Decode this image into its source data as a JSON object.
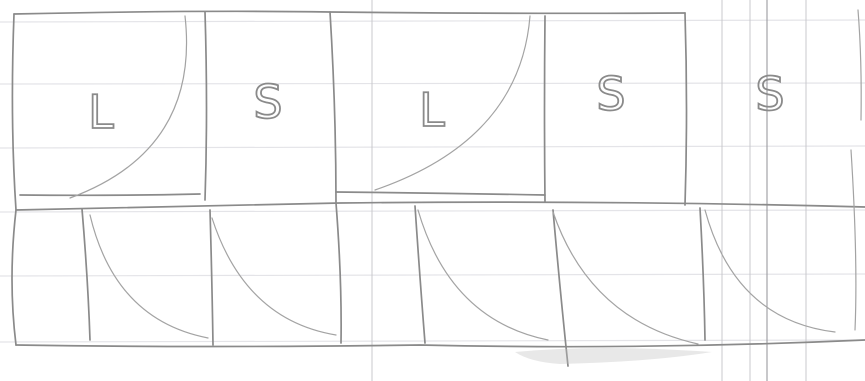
{
  "top_row_labels": [
    "L",
    "S",
    "L",
    "S",
    "S"
  ]
}
